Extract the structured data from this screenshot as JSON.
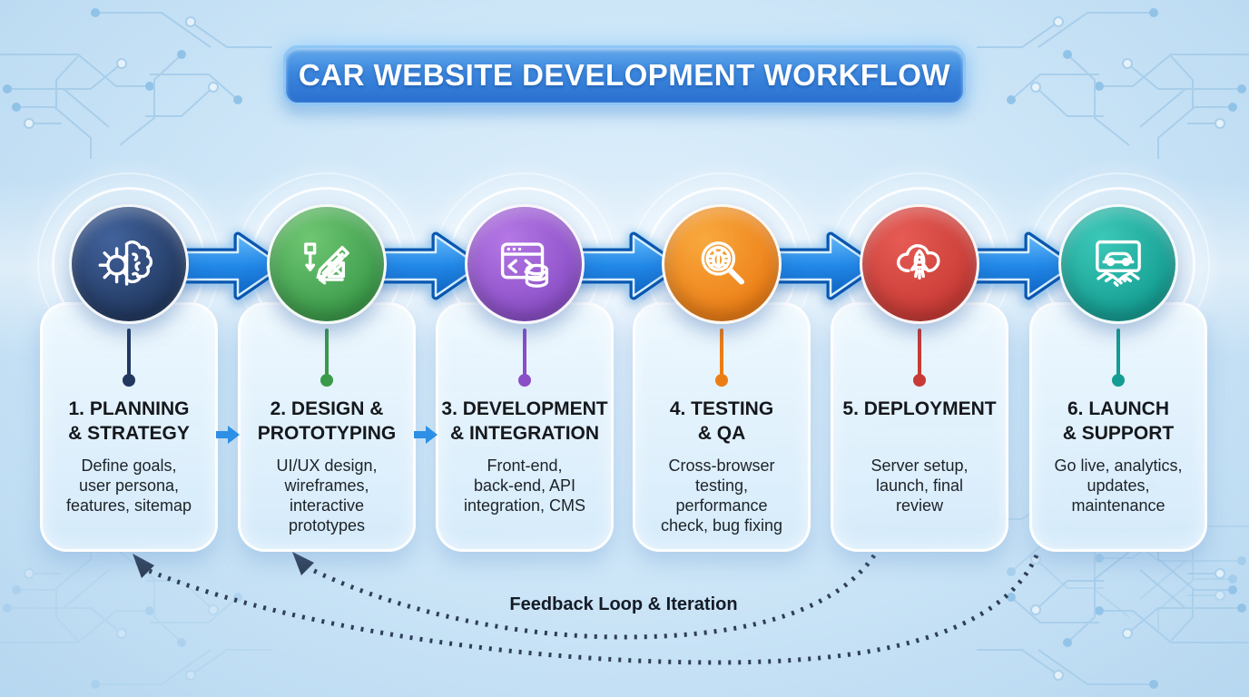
{
  "banner": {
    "title": "CAR WEBSITE DEVELOPMENT WORKFLOW",
    "color": "#3b86dd"
  },
  "feedback": {
    "label": "Feedback Loop & Iteration",
    "color": "#2f3e55"
  },
  "arrow_color": "#1b7fe0",
  "steps": [
    {
      "title": "1. PLANNING\n& STRATEGY",
      "description": "Define goals,\nuser persona,\nfeatures, sitemap",
      "icon": "gear-brain-icon",
      "color_light": "#41629c",
      "color_dark": "#21385f"
    },
    {
      "title": "2. DESIGN &\nPROTOTYPING",
      "description": "UI/UX design,\nwireframes,\ninteractive\nprototypes",
      "icon": "design-pencil-icon",
      "color_light": "#6fc672",
      "color_dark": "#3a9a49"
    },
    {
      "title": "3. DEVELOPMENT\n& INTEGRATION",
      "description": "Front-end,\nback-end, API\nintegration, CMS",
      "icon": "code-database-icon",
      "color_light": "#b477e4",
      "color_dark": "#8a4ec7"
    },
    {
      "title": "4. TESTING\n& QA",
      "description": "Cross-browser\ntesting,\nperformance\ncheck, bug fixing",
      "icon": "bug-magnifier-icon",
      "color_light": "#f8a93e",
      "color_dark": "#ec7d15"
    },
    {
      "title": "5. DEPLOYMENT",
      "description": "Server setup,\nlaunch, final\nreview",
      "icon": "cloud-rocket-icon",
      "color_light": "#e65b54",
      "color_dark": "#c83a35"
    },
    {
      "title": "6. LAUNCH\n& SUPPORT",
      "description": "Go live, analytics,\nupdates,\nmaintenance",
      "icon": "car-handshake-icon",
      "color_light": "#3cc8b8",
      "color_dark": "#149d92"
    }
  ]
}
